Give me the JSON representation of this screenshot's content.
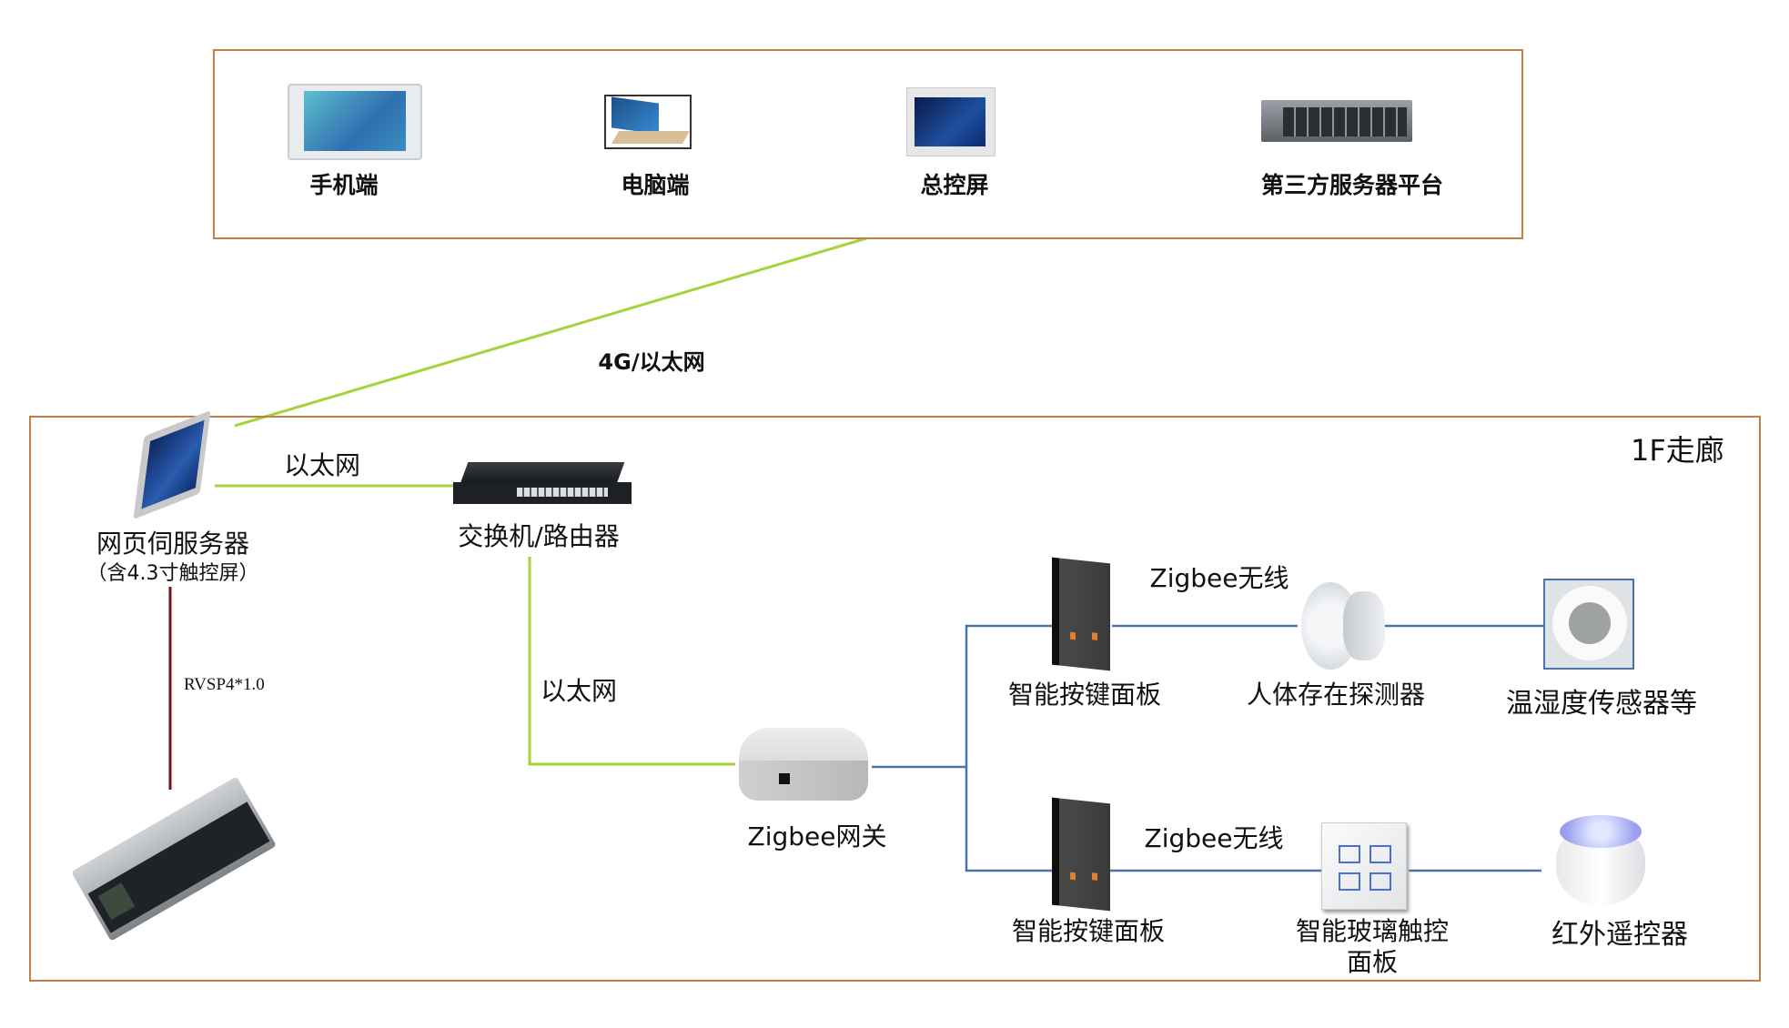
{
  "cloud_group": {
    "devices": [
      {
        "id": "mobile",
        "label": "手机端",
        "icon": "tablet-icon"
      },
      {
        "id": "pc",
        "label": "电脑端",
        "icon": "laptop-icon"
      },
      {
        "id": "master_screen",
        "label": "总控屏",
        "icon": "control-screen-icon"
      },
      {
        "id": "third_party",
        "label": "第三方服务器平台",
        "icon": "server-rack-icon"
      }
    ]
  },
  "links": {
    "uplink": "4G/以太网",
    "web_to_switch": "以太网",
    "switch_to_gateway": "以太网",
    "cable": "RVSP4*1.0",
    "zigbee_top": "Zigbee无线",
    "zigbee_bottom": "Zigbee无线"
  },
  "floor": {
    "title": "1F走廊",
    "web_server": {
      "label": "网页伺服务器",
      "sublabel": "（含4.3寸触控屏）"
    },
    "switch": {
      "label": "交换机/路由器"
    },
    "gateway": {
      "label": "Zigbee网关"
    },
    "controller": {
      "label": ""
    },
    "row_top": [
      {
        "label": "智能按键面板"
      },
      {
        "label": "人体存在探测器"
      },
      {
        "label": "温湿度传感器等"
      }
    ],
    "row_bottom": [
      {
        "label": "智能按键面板"
      },
      {
        "label": "智能玻璃触控",
        "label2": "面板"
      },
      {
        "label": "红外遥控器"
      }
    ]
  },
  "colors": {
    "frame": "#c0804a",
    "ethernet": "#a6d23a",
    "zigbee": "#4a73a8",
    "cable": "#7a1020"
  }
}
